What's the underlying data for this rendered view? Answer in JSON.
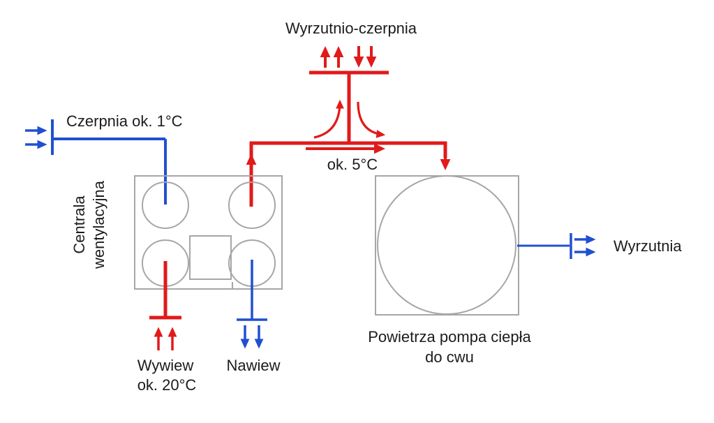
{
  "diagram": {
    "top": {
      "label": "Wyrzutnio-czerpnia",
      "mixed_temp": "ok. 5°C"
    },
    "intake": {
      "label": "Czerpnia ok. 1°C"
    },
    "ahu": {
      "label_line1": "Centrala",
      "label_line2": "wentylacyjna",
      "exhaust_line1": "Wywiew",
      "exhaust_line2": "ok. 20°C",
      "supply_label": "Nawiew"
    },
    "heat_pump": {
      "label_line1": "Powietrza pompa ciepła",
      "label_line2": "do cwu",
      "outlet_label": "Wyrzutnia"
    },
    "colors": {
      "warm_flow": "#e11a1a",
      "cold_flow": "#2050d0",
      "equipment_outline": "#a6a6a6",
      "text": "#1c1c1c",
      "background": "#ffffff"
    }
  }
}
